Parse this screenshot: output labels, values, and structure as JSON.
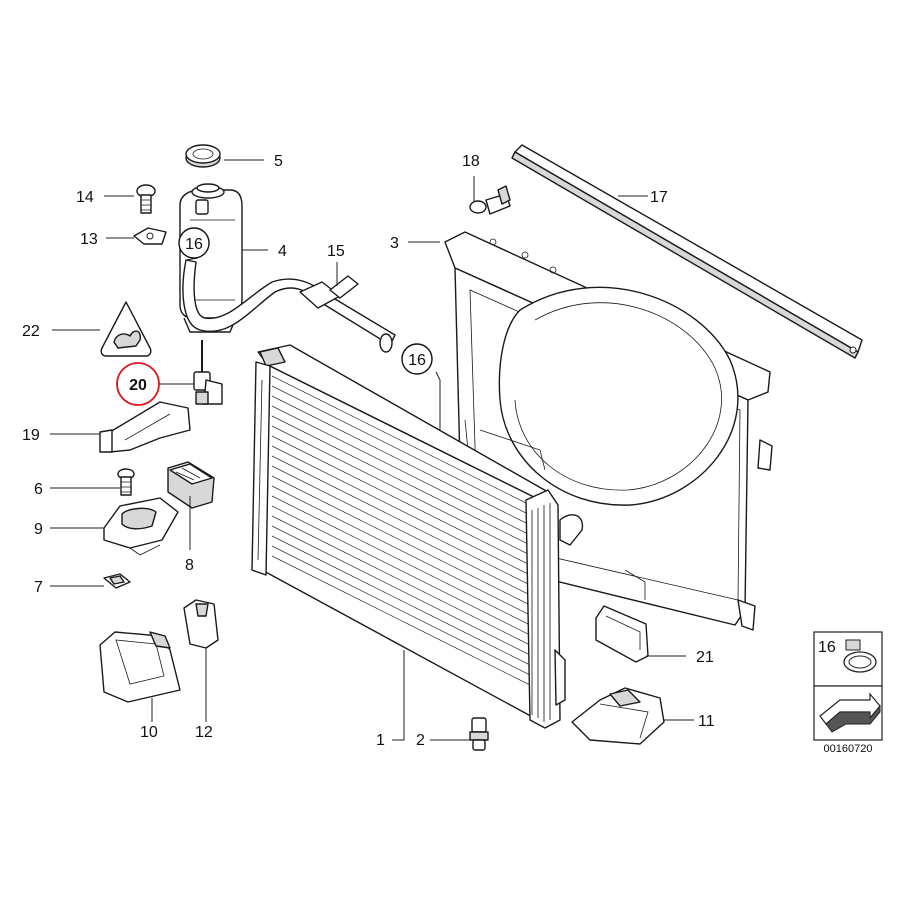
{
  "diagram": {
    "catalog_number": "00160720",
    "highlight_color": "#d9161c",
    "callouts": {
      "c1": "1",
      "c2": "2",
      "c3": "3",
      "c4": "4",
      "c5": "5",
      "c6": "6",
      "c7": "7",
      "c8": "8",
      "c9": "9",
      "c10": "10",
      "c11": "11",
      "c12": "12",
      "c13": "13",
      "c14": "14",
      "c15": "15",
      "c16a": "16",
      "c16b": "16",
      "c16legend": "16",
      "c17": "17",
      "c18": "18",
      "c19": "19",
      "c20": "20",
      "c21": "21",
      "c22": "22"
    },
    "highlighted_callout": "20"
  }
}
